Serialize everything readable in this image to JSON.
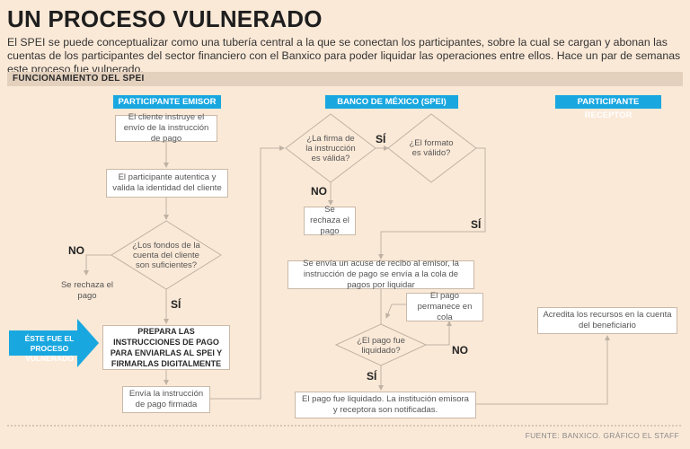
{
  "title": "UN PROCESO VULNERADO",
  "intro": "El SPEI se puede conceptualizar como una tubería central a la que se conectan los participantes, sobre la cual se cargan y abonan las cuentas de los participantes del sector financiero con el Banxico para poder liquidar las operaciones entre ellos. Hace un par de semanas este proceso fue vulnerado.",
  "section_title": "FUNCIONAMIENTO DEL SPEI",
  "columns": {
    "emisor": "PARTICIPANTE EMISOR",
    "banxico": "BANCO DE MÉXICO (SPEI)",
    "receptor": "PARTICIPANTE RECEPTOR"
  },
  "emisor": {
    "step1": "El cliente instruye el envío de la instrucción de pago",
    "step2": "El participante autentica y valida la identidad del cliente",
    "decision": "¿Los fondos de la cuenta del cliente son suficientes?",
    "no_label": "NO",
    "reject": "Se rechaza el pago",
    "yes_label": "SÍ",
    "step3": "PREPARA LAS INSTRUCCIONES DE PAGO PARA ENVIARLAS AL SPEI Y FIRMARLAS DIGITALMENTE",
    "step4": "Envía la instrucción de pago firmada",
    "callout": "ÉSTE FUE EL PROCESO VULNERADO"
  },
  "banxico": {
    "decision1": "¿La firma de la instrucción es válida?",
    "yes1": "SÍ",
    "decision2": "¿El formato es válido?",
    "no1": "NO",
    "reject": "Se rechaza el pago",
    "yes2": "SÍ",
    "step1": "Se envía un acuse de recibo al emisor, la instrucción de pago se envía a la cola de pagos por liquidar",
    "queue": "El pago permanece en cola",
    "decision3": "¿El pago fue liquidado?",
    "no2": "NO",
    "yes3": "SÍ",
    "final": "El pago fue liquidado. La institución emisora y receptora son notificadas."
  },
  "receptor": {
    "step1": "Acredita los recursos en la cuenta del beneficiario"
  },
  "source": "FUENTE: BANXICO.  GRÁFICO EL STAFF",
  "colors": {
    "background": "#fbe9d7",
    "header": "#19a7e0",
    "callout": "#19a7e0"
  }
}
